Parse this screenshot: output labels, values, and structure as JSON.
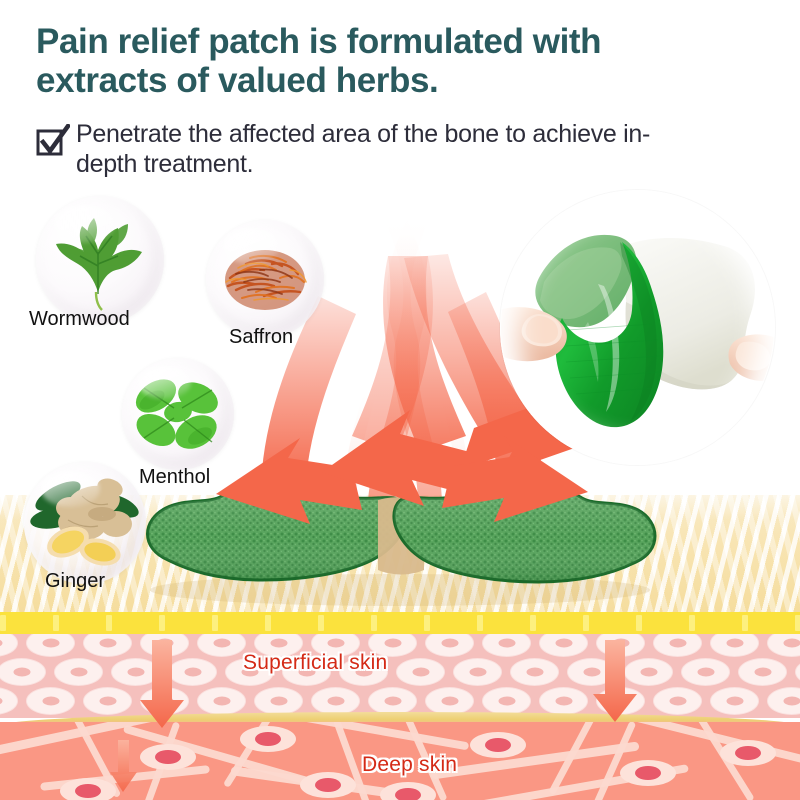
{
  "headline": "Pain relief patch is formulated with extracts of valued herbs.",
  "bullet": {
    "icon": "checkbox-checked-icon",
    "text": "Penetrate the affected area of the bone to achieve in-depth treatment."
  },
  "herbs": [
    {
      "name": "Wormwood",
      "image": "wormwood-leaves"
    },
    {
      "name": "Saffron",
      "image": "saffron-threads"
    },
    {
      "name": "Menthol",
      "image": "mint-leaves"
    },
    {
      "name": "Ginger",
      "image": "ginger-root"
    }
  ],
  "product_photo": {
    "alt": "hands peeling green pain relief patch from white backing liner",
    "patch_color": "#1fa63a",
    "liner_color": "#f2f2ee"
  },
  "skin": {
    "superficial_label": "Superficial skin",
    "deep_label": "Deep skin",
    "label_color": "#d42a16",
    "surface_color": "#f7e3ae",
    "yellow_band_color": "#fbe23d",
    "superficial_color": "#f5c0bd",
    "deep_color": "#fa9784"
  },
  "patch": {
    "label": "green-herbal-patch",
    "fill": "#4f9c54",
    "edge": "#1b6b2a",
    "arrow_count": 4
  },
  "colors": {
    "headline": "#2a5a5e",
    "body_text": "#2d2d3a",
    "arrow": "#f4674a",
    "arrow_soft": "#f9a28c"
  }
}
